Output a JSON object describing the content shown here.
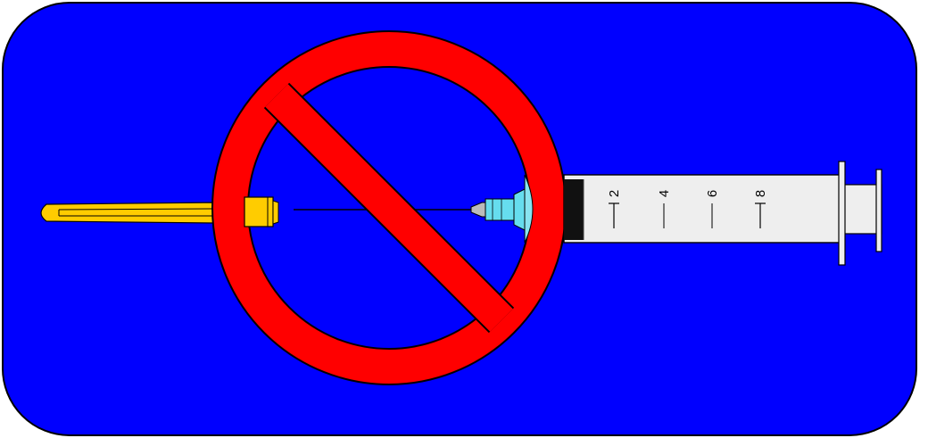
{
  "colors": {
    "background": "#0000ff",
    "prohibition": "#ff0000",
    "needle_cap": "#ffcc00",
    "needle_hub": "#66ddee",
    "barrel": "#eeeeee",
    "plunger_seal": "#111111"
  },
  "icons": {
    "sign": "no-needles-sign-icon",
    "prohibition": "prohibition-circle-icon",
    "syringe": "syringe-icon",
    "needle_cap": "needle-cap-icon"
  },
  "syringe": {
    "scale_labels": [
      "2",
      "4",
      "6",
      "8"
    ]
  }
}
